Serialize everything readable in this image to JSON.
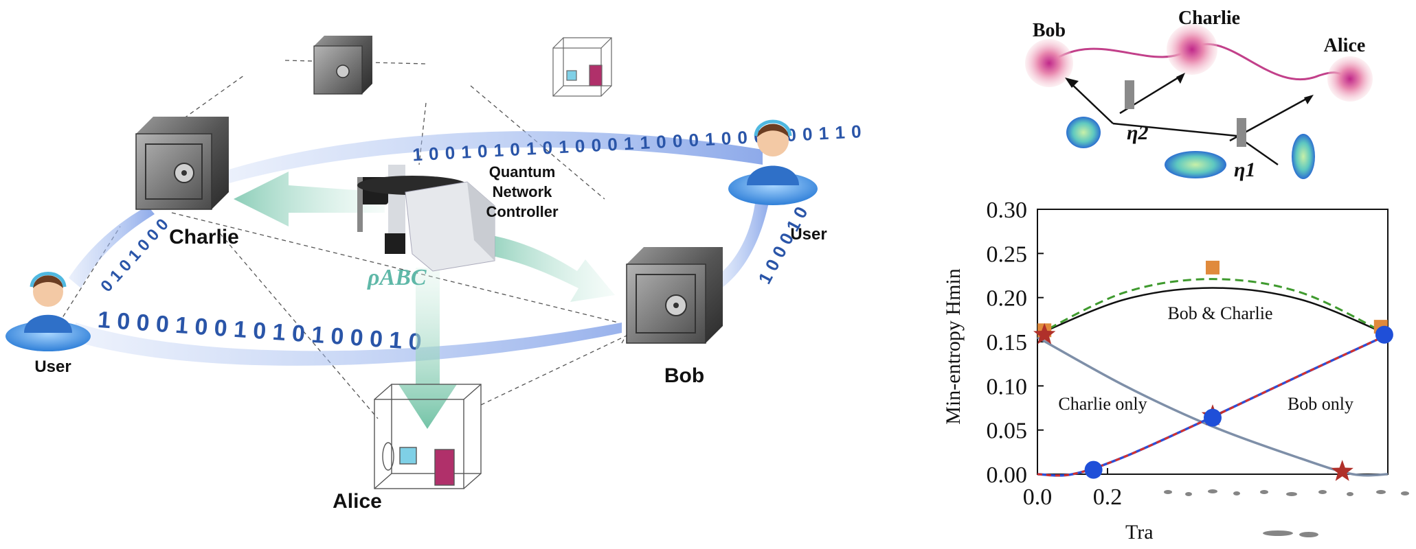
{
  "network": {
    "nodes": {
      "charlie": "Charlie",
      "bob": "Bob",
      "alice": "Alice",
      "user_left": "User",
      "user_right": "User"
    },
    "controller_label": [
      "Quantum",
      "Network",
      "Controller"
    ],
    "state_label": "ρABC",
    "top_bits": "1 0 0 1 0 1 0 1 0 1 0 0 0 1 1 0 0 0 1 0 0 0 1 0 0 1 1 0",
    "bottom_bits": "1 0 0 0 1 0 0 1 0 1 0 1 0 0 0 1 0",
    "left_bits": "0 1 0 1 0 0 0",
    "right_bits": "1 0 0 0 1 0"
  },
  "inset_diagram": {
    "nodes": [
      "Bob",
      "Charlie",
      "Alice"
    ],
    "eta_labels": [
      "η2",
      "η1"
    ]
  },
  "chart_data": {
    "type": "line",
    "ylabel": "Min-entropy Hmin",
    "xlabel": "Tra",
    "yticks": [
      "0.30",
      "0.25",
      "0.20",
      "0.15",
      "0.10",
      "0.05",
      "0.00"
    ],
    "xticks": [
      "0.0",
      "0.2"
    ],
    "ylim": [
      0,
      0.3
    ],
    "xlim": [
      0,
      1
    ],
    "annotations": [
      "Bob & Charlie",
      "Charlie only",
      "Bob only"
    ],
    "series": [
      {
        "style": "solid-black",
        "x": [
          0,
          0.25,
          0.5,
          0.75,
          1
        ],
        "y": [
          0.158,
          0.198,
          0.211,
          0.198,
          0.158
        ]
      },
      {
        "style": "dashed-green",
        "x": [
          0,
          0.25,
          0.5,
          0.75,
          1
        ],
        "y": [
          0.158,
          0.206,
          0.221,
          0.206,
          0.158
        ]
      },
      {
        "style": "solid-grey",
        "x": [
          0,
          0.25,
          0.5,
          0.75,
          0.9,
          1
        ],
        "y": [
          0.155,
          0.1,
          0.054,
          0.018,
          0.0,
          0.0
        ]
      },
      {
        "style": "dashed-red-blue",
        "x": [
          0,
          0.1,
          0.25,
          0.5,
          0.75,
          1
        ],
        "y": [
          0.0,
          0.0,
          0.02,
          0.065,
          0.112,
          0.158
        ]
      }
    ],
    "markers": [
      {
        "shape": "square",
        "color": "#e08a3c",
        "x": 0.02,
        "y": 0.163
      },
      {
        "shape": "square",
        "color": "#e08a3c",
        "x": 0.5,
        "y": 0.234
      },
      {
        "shape": "square",
        "color": "#e08a3c",
        "x": 0.98,
        "y": 0.167
      },
      {
        "shape": "star",
        "color": "#b0302a",
        "x": 0.02,
        "y": 0.158
      },
      {
        "shape": "star",
        "color": "#b0302a",
        "x": 0.5,
        "y": 0.066
      },
      {
        "shape": "star",
        "color": "#b0302a",
        "x": 0.87,
        "y": 0.003
      },
      {
        "shape": "circle",
        "color": "#1f4fd8",
        "x": 0.16,
        "y": 0.005
      },
      {
        "shape": "circle",
        "color": "#1f4fd8",
        "x": 0.5,
        "y": 0.064
      },
      {
        "shape": "circle",
        "color": "#1f4fd8",
        "x": 0.99,
        "y": 0.158
      }
    ]
  }
}
